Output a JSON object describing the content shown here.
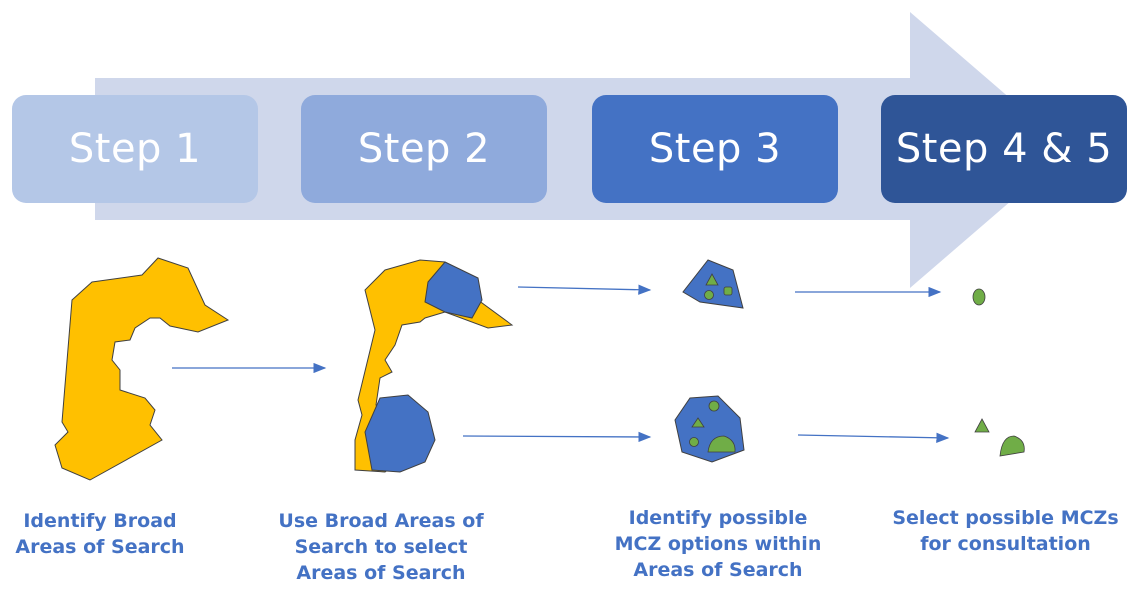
{
  "steps": [
    {
      "label": "Step 1",
      "color": "#b4c7e7"
    },
    {
      "label": "Step 2",
      "color": "#8faadc"
    },
    {
      "label": "Step 3",
      "color": "#4472c4"
    },
    {
      "label": "Step 4 & 5",
      "color": "#2f5597"
    }
  ],
  "captions": [
    "Identify Broad\nAreas of Search",
    "Use Broad Areas of\nSearch to select\nAreas of Search",
    "Identify possible\nMCZ options within\nAreas of Search",
    "Select possible MCZs\nfor consultation"
  ],
  "colors": {
    "arrow": "#cfd7eb",
    "broad_area": "#ffc000",
    "area_of_search": "#4472c4",
    "mcz": "#70ad47",
    "caption": "#4472c4",
    "connector": "#4472c4"
  }
}
